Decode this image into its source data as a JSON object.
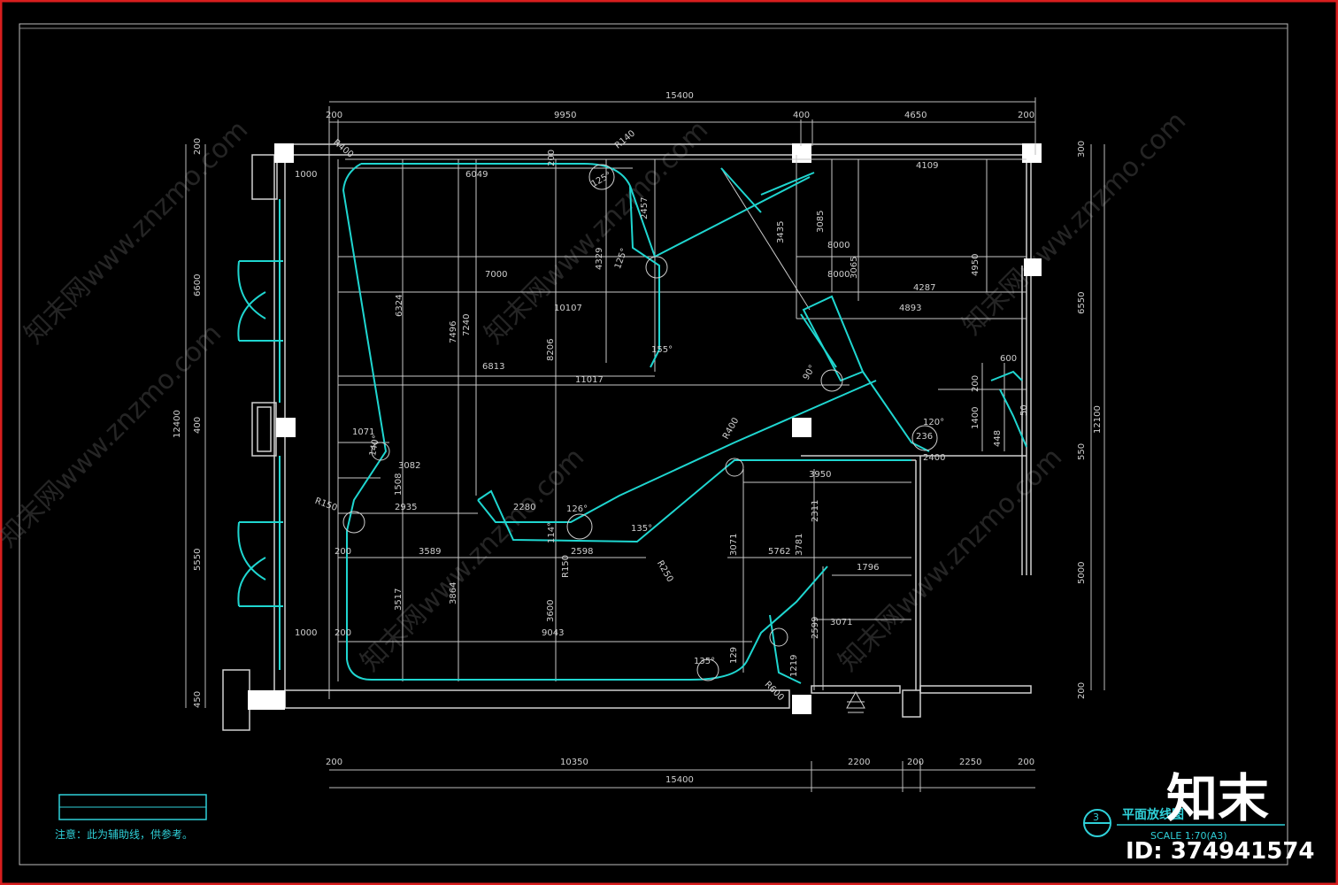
{
  "colors": {
    "background": "#000000",
    "frame": "#d81e1e",
    "line": "#d0d0d0",
    "accent": "#1fd6d0",
    "text": "#cfcfcf"
  },
  "dimensions": {
    "top_total": "15400",
    "top_200a": "200",
    "top_9950": "9950",
    "top_400": "400",
    "top_4650": "4650",
    "top_200b": "200",
    "bottom_200a": "200",
    "bottom_10350": "10350",
    "bottom_2200": "2200",
    "bottom_200b": "200",
    "bottom_2250": "2250",
    "bottom_200c": "200",
    "bottom_total": "15400",
    "left_200": "200",
    "left_6600": "6600",
    "left_400": "400",
    "left_5550": "5550",
    "left_450": "450",
    "left_total": "12400",
    "right_300": "300",
    "right_6550": "6550",
    "right_12100": "12100",
    "right_550": "550",
    "right_5000": "5000",
    "right_200": "200",
    "d_1000a": "1000",
    "d_6049": "6049",
    "d_200top": "200",
    "d_4109": "4109",
    "d_8000a": "8000",
    "d_8000b": "8000",
    "d_7000": "7000",
    "d_4287": "4287",
    "d_4893": "4893",
    "d_10107": "10107",
    "d_6813": "6813",
    "d_11017": "11017",
    "d_6324": "6324",
    "d_7496": "7496",
    "d_7240": "7240",
    "d_8206": "8206",
    "d_4329": "4329",
    "d_2457": "2457",
    "d_3435": "3435",
    "d_3085": "3085",
    "d_3065": "3065",
    "d_4950": "4950",
    "d_600": "600",
    "d_200r": "200",
    "d_1400": "1400",
    "d_448": "448",
    "d_50": "50",
    "d_1071": "1071",
    "d_3082": "3082",
    "d_1508": "1508",
    "d_2935": "2935",
    "d_2280": "2280",
    "d_3589": "3589",
    "d_3950": "3950",
    "d_2311": "2311",
    "d_5762": "5762",
    "d_3071v": "3071",
    "d_3781": "3781",
    "d_1796": "1796",
    "d_3071": "3071",
    "d_2599": "2599",
    "d_9043": "9043",
    "d_3600": "3600",
    "d_3864": "3864",
    "d_3517": "3517",
    "d_1000b": "1000",
    "d_200b2": "200",
    "d_200c": "200",
    "d_1219": "1219",
    "d_129": "129",
    "d_2598": "2598",
    "d_236": "236",
    "d_2400": "2400"
  },
  "angles": {
    "a125a": "125°",
    "a90": "90°",
    "a120": "120°",
    "a126": "126°",
    "a135a": "135°",
    "a135b": "135°",
    "a155": "155°",
    "a140": "140°",
    "a114": "114°",
    "a125b": "125°"
  },
  "radii": {
    "r400": "R400",
    "r150a": "R150",
    "r150b": "R150",
    "r250": "R250",
    "r600": "R600",
    "r400b": "R400",
    "r140": "R140"
  },
  "note": {
    "label": "注意：此为辅助线，供参考。"
  },
  "title": {
    "main": "平面放线图",
    "scale": "SCALE 1:70(A3)",
    "marker": "3"
  },
  "brand": {
    "logo": "知末",
    "id": "ID: 374941574"
  },
  "watermark": {
    "text": "知末网www.znzmo.com"
  }
}
